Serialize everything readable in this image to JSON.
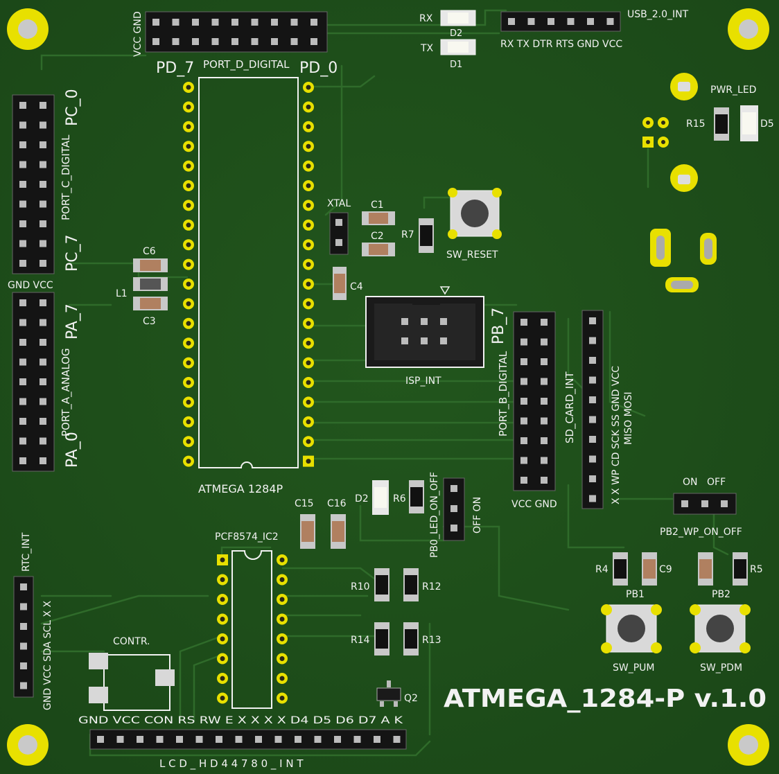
{
  "board": {
    "title": "ATMEGA_1284-P v.1.0",
    "colors": {
      "pcb": "#1e4d1a",
      "silk": "#f2f2f2",
      "pad": "#e8e000",
      "trace": "#2f6b2a"
    }
  },
  "labels": {
    "vcc_gnd_top": "VCC GND",
    "pd7": "PD_7",
    "port_d": "PORT_D_DIGITAL",
    "pd0": "PD_0",
    "rx": "RX",
    "tx": "TX",
    "d2_top": "D2",
    "d1": "D1",
    "usb": "USB_2.0_INT",
    "usb_pins": "RX TX DTR RTS GND VCC",
    "pwr_led": "PWR_LED",
    "r15": "R15",
    "d5": "D5",
    "pc0": "PC_0",
    "port_c": "PORT_C_DIGITAL",
    "pc7": "PC_7",
    "gnd_vcc_left": "GND VCC",
    "pa7": "PA_7",
    "port_a": "PORT_A_ANALOG",
    "pa0": "PA_0",
    "c6": "C6",
    "l1": "L1",
    "c3": "C3",
    "xtal": "XTAL",
    "c1": "C1",
    "c2": "C2",
    "r7": "R7",
    "sw_reset": "SW_RESET",
    "c4": "C4",
    "isp": "ISP_INT",
    "pb7": "PB_7",
    "port_b": "PORT_B_DIGITAL",
    "sd_card": "SD_CARD_INT",
    "sd_pins_a": "X X WP CD SCK SS GND VCC",
    "sd_pins_b": "MISO MOSI",
    "vcc_gnd_pb": "VCC GND",
    "atmega": "ATMEGA 1284P",
    "d2": "D2",
    "r6": "R6",
    "pb0_led": "PB0_LED_ON_OFF",
    "off_on": "OFF ON",
    "on": "ON",
    "off": "OFF",
    "pb2_wp": "PB2_WP_ON_OFF",
    "c15": "C15",
    "c16": "C16",
    "pcf": "PCF8574_IC2",
    "r10": "R10",
    "r12": "R12",
    "r14": "R14",
    "r13": "R13",
    "q2": "Q2",
    "r4": "R4",
    "c9": "C9",
    "pb1": "PB1",
    "pb2": "PB2",
    "r5": "R5",
    "sw_pum": "SW_PUM",
    "sw_pdm": "SW_PDM",
    "rtc": "RTC_INT",
    "rtc_pins": "GND VCC SDA SCL X X",
    "contr": "CONTR.",
    "lcd_pins": "GND VCC CON RS RW E X X X X D4 D5 D6 D7 A K",
    "lcd": "L C D _ H D 4 4 7 8 0 _ I N T"
  }
}
